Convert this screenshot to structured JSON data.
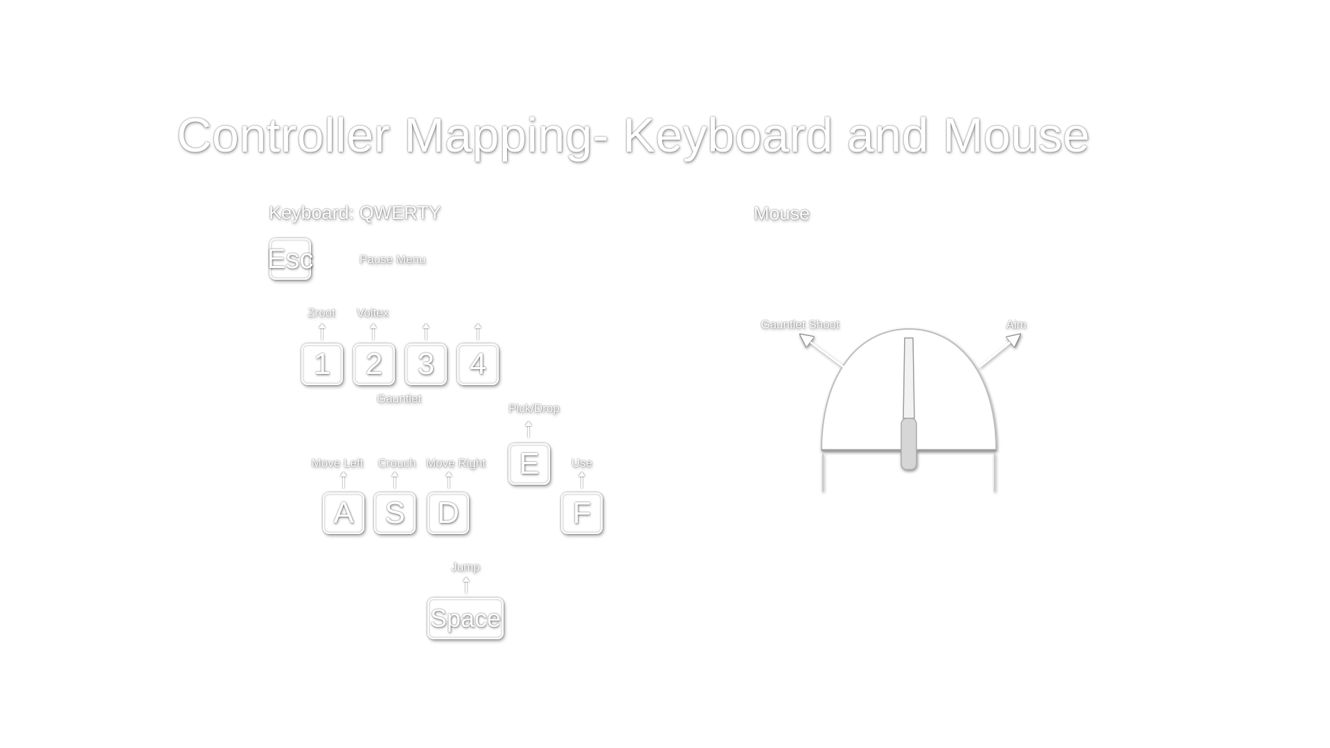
{
  "title": "Controller Mapping- Keyboard and Mouse",
  "keyboard": {
    "heading": "Keyboard: QWERTY",
    "esc": {
      "key": "Esc",
      "action": "Pause Menu"
    },
    "numbers": [
      {
        "key": "1",
        "action": "Zroot"
      },
      {
        "key": "2",
        "action": "Voltex"
      },
      {
        "key": "3",
        "action": ""
      },
      {
        "key": "4",
        "action": ""
      }
    ],
    "numbers_group_label": "Gauntlet",
    "movement": [
      {
        "key": "A",
        "action": "Move Left"
      },
      {
        "key": "S",
        "action": "Crouch"
      },
      {
        "key": "D",
        "action": "Move Right"
      }
    ],
    "e": {
      "key": "E",
      "action": "Pick/Drop"
    },
    "f": {
      "key": "F",
      "action": "Use"
    },
    "space": {
      "key": "Space",
      "action": "Jump"
    }
  },
  "mouse": {
    "heading": "Mouse",
    "left_button": "Gauntlet Shoot",
    "right_button": "Aim"
  }
}
